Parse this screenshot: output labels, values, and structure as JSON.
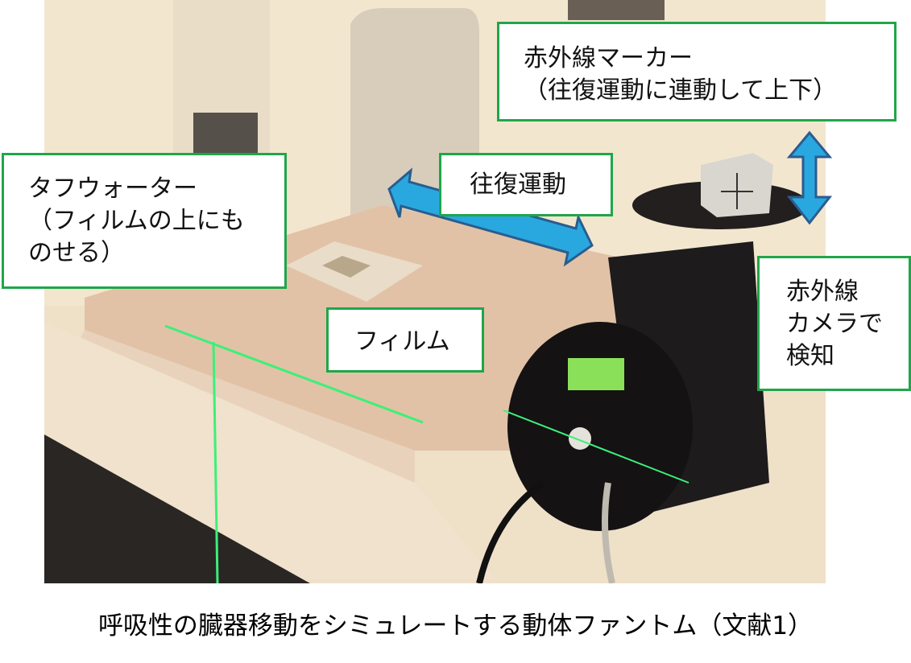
{
  "labels": {
    "ir_marker": "赤外線マーカー\n（往復運動に連動して上下）",
    "tough_water": "タフウォーター\n（フィルムの上にも\nのせる）",
    "reciprocating": "往復運動",
    "film": "フィルム",
    "ir_camera": "赤外線\nカメラで\n検知"
  },
  "caption": "呼吸性の臓器移動をシミュレートする動体ファントム（文献1）",
  "colors": {
    "label_border": "#1fa64a",
    "arrow_fill": "#29a8e0",
    "arrow_stroke": "#2a5d8f"
  }
}
